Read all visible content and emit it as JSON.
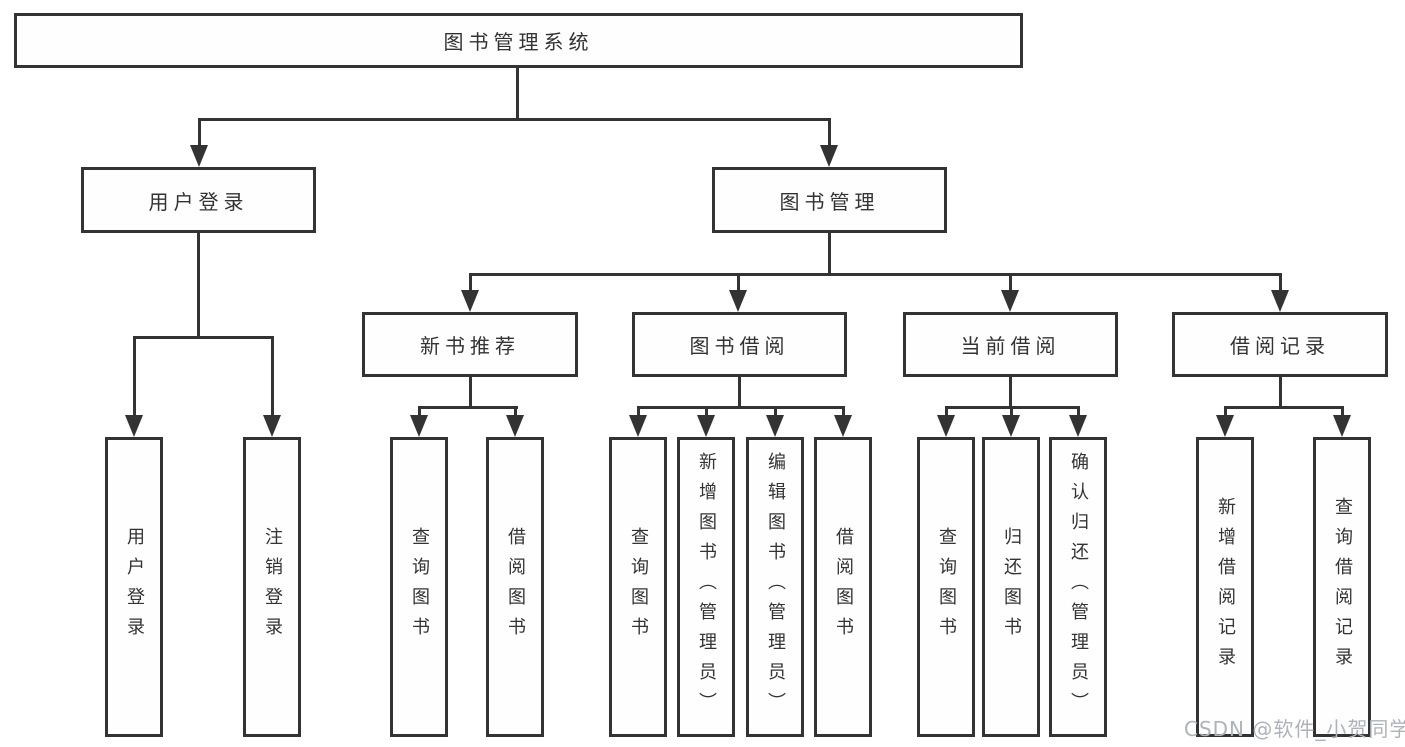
{
  "diagram": {
    "type": "tree",
    "root": {
      "label": "图书管理系统"
    },
    "level1": [
      {
        "label": "用户登录",
        "parent": "图书管理系统"
      },
      {
        "label": "图书管理",
        "parent": "图书管理系统"
      }
    ],
    "level2": [
      {
        "label": "新书推荐",
        "parent": "图书管理"
      },
      {
        "label": "图书借阅",
        "parent": "图书管理"
      },
      {
        "label": "当前借阅",
        "parent": "图书管理"
      },
      {
        "label": "借阅记录",
        "parent": "图书管理"
      }
    ],
    "leaves": [
      {
        "label": "用户登录",
        "parent": "用户登录"
      },
      {
        "label": "注销登录",
        "parent": "用户登录"
      },
      {
        "label": "查询图书",
        "parent": "新书推荐"
      },
      {
        "label": "借阅图书",
        "parent": "新书推荐"
      },
      {
        "label": "查询图书",
        "parent": "图书借阅"
      },
      {
        "label": "新增图书（管理员）",
        "parent": "图书借阅"
      },
      {
        "label": "编辑图书（管理员）",
        "parent": "图书借阅"
      },
      {
        "label": "借阅图书",
        "parent": "图书借阅"
      },
      {
        "label": "查询图书",
        "parent": "当前借阅"
      },
      {
        "label": "归还图书",
        "parent": "当前借阅"
      },
      {
        "label": "确认归还（管理员）",
        "parent": "当前借阅"
      },
      {
        "label": "新增借阅记录",
        "parent": "借阅记录"
      },
      {
        "label": "查询借阅记录",
        "parent": "借阅记录"
      }
    ],
    "watermark": {
      "text": "CSDN @软件_小贺同学",
      "color": "#aeb3b9"
    },
    "colors": {
      "line": "#333333",
      "text": "#333333",
      "background": "#ffffff"
    }
  }
}
